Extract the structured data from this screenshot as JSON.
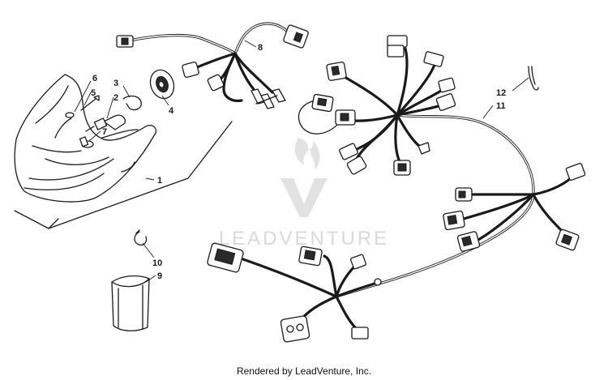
{
  "callouts": [
    "1",
    "2",
    "3",
    "4",
    "5",
    "6",
    "7",
    "8",
    "9",
    "10",
    "11",
    "12"
  ],
  "watermark": "LEADVENTURE",
  "footer": "Rendered by LeadVenture, Inc.",
  "colors": {
    "line": "#1a1a1a",
    "watermark": "#d9d9d9",
    "background": "#ffffff"
  }
}
